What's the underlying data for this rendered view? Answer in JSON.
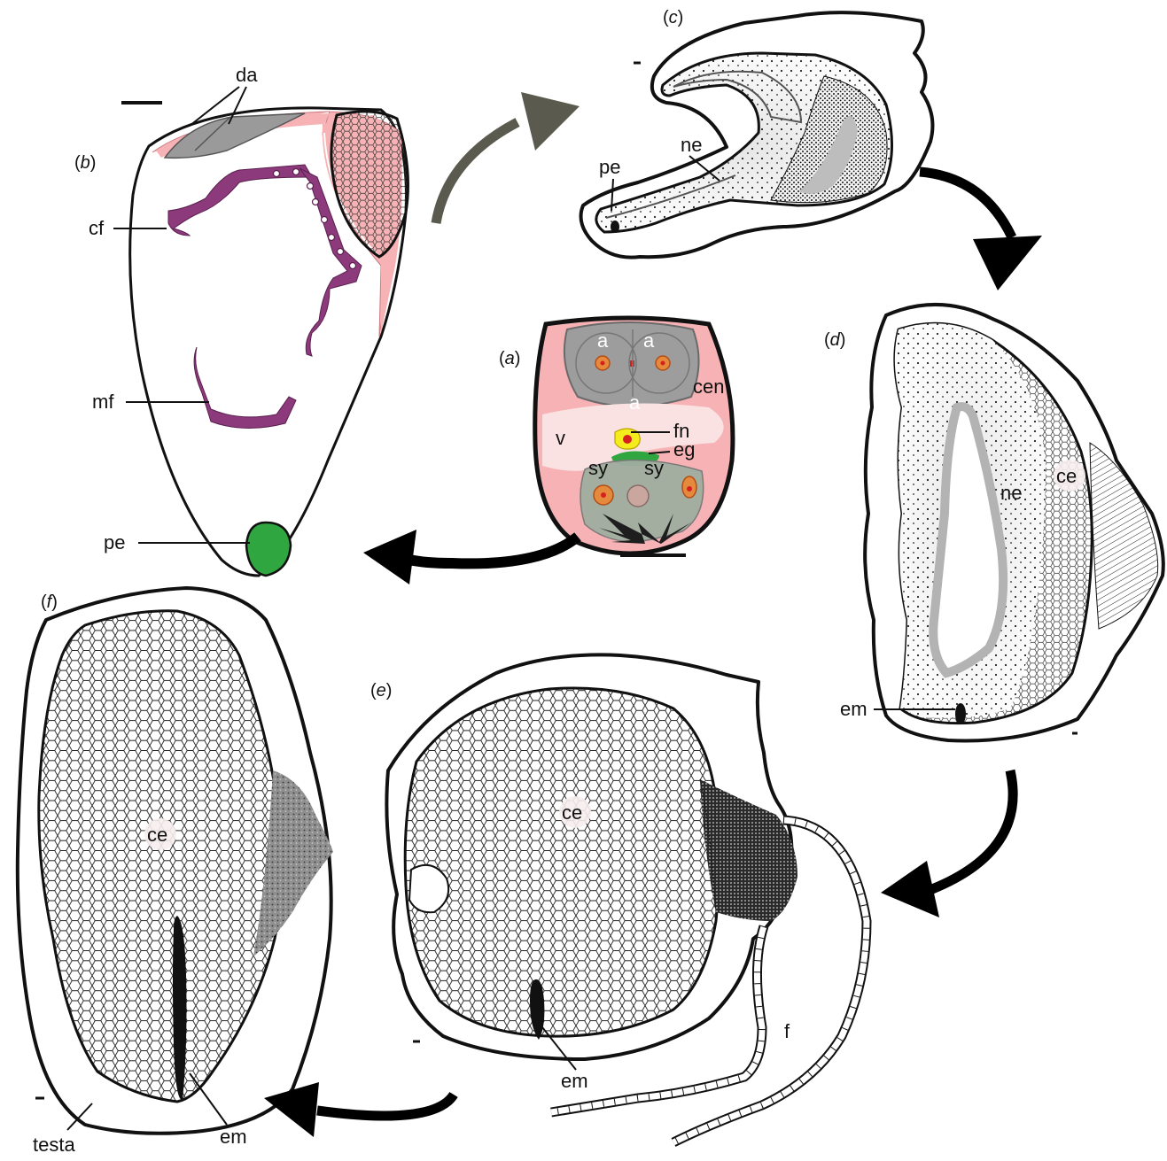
{
  "colors": {
    "arrow": "#000000",
    "arrow_grey": "#5a5a4e",
    "pink": "#f6b2b4",
    "grey_cell": "#9a9a9a",
    "yellow": "#f4ec1c",
    "green": "#2fa640",
    "purple": "#8c3a7c",
    "nucleus_red": "#d62020",
    "nucleus_orange": "#e58a3c",
    "testa_line": "#111111"
  },
  "icons": [
    "cycle-arrow-icon",
    "scale-bar-icon",
    "hexagon-cell-pattern-icon"
  ],
  "panels": {
    "a": {
      "panel_label": "a",
      "labels": {
        "antipodal_1": "a",
        "antipodal_2": "a",
        "antipodal_3": "a",
        "central_cell": "cen",
        "vacuole": "v",
        "fusion_nucleus": "fn",
        "egg": "eg",
        "synergid_1": "sy",
        "synergid_2": "sy"
      }
    },
    "b": {
      "panel_label": "b",
      "labels": {
        "degenerating_antipodals": "da",
        "cellular_front": "cf",
        "migrating_front": "mf",
        "proembryo": "pe"
      }
    },
    "c": {
      "panel_label": "c",
      "labels": {
        "nuclear_endosperm": "ne",
        "proembryo": "pe"
      }
    },
    "d": {
      "panel_label": "d",
      "labels": {
        "cellular_endosperm": "ce",
        "nuclear_endosperm": "ne",
        "embryo": "em"
      }
    },
    "e": {
      "panel_label": "e",
      "labels": {
        "cellular_endosperm": "ce",
        "embryo": "em",
        "funiculus": "f"
      }
    },
    "f": {
      "panel_label": "f",
      "labels": {
        "cellular_endosperm": "ce",
        "embryo": "em",
        "testa": "testa"
      }
    }
  }
}
